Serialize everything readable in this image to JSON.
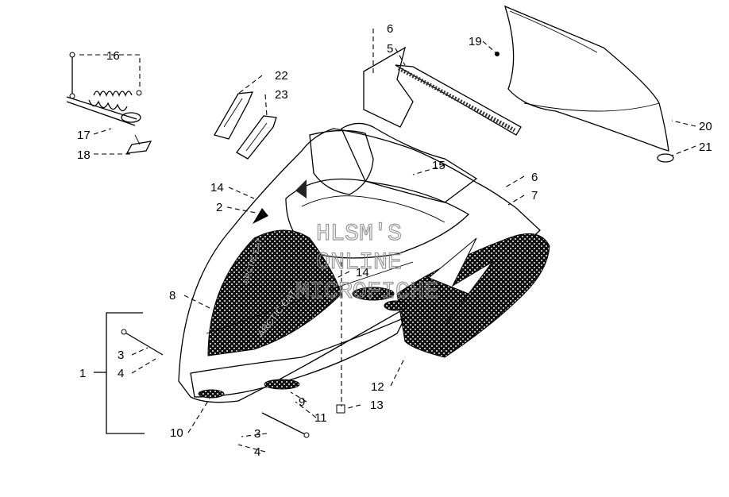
{
  "watermark": {
    "line1": "HLSM'S",
    "line2": "ONLINE",
    "line3": "MICROFICHE"
  },
  "callouts": {
    "c1": "1",
    "c2": "2",
    "c3a": "3",
    "c3b": "3",
    "c4a": "4",
    "c4b": "4",
    "c5": "5",
    "c6a": "6",
    "c6b": "6",
    "c7": "7",
    "c8": "8",
    "c9": "9",
    "c10": "10",
    "c11": "11",
    "c12": "12",
    "c13": "13",
    "c14a": "14",
    "c14b": "14",
    "c15": "15",
    "c16": "16",
    "c17": "17",
    "c18": "18",
    "c19": "19",
    "c20": "20",
    "c21": "21",
    "c22": "22",
    "c23": "23"
  },
  "decal_text": {
    "side": "ARCTIC CAT",
    "brand": "ARCTIC CAT"
  }
}
